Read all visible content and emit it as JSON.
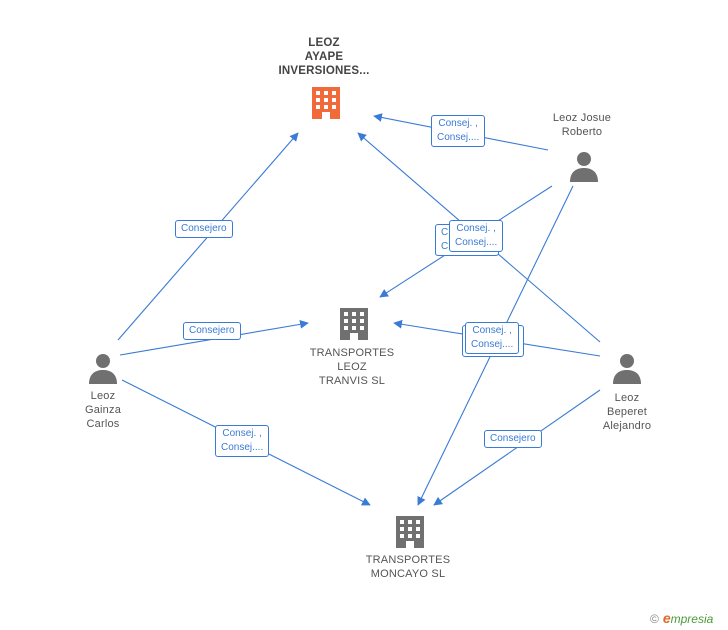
{
  "colors": {
    "edge": "#3a7bd5",
    "company_main": "#f26a3a",
    "company": "#707070",
    "person": "#707070"
  },
  "nodes": {
    "leoz_ayape": {
      "icon": "building-icon",
      "lines": [
        "LEOZ",
        "AYAPE",
        "INVERSIONES..."
      ]
    },
    "transportes_leoz": {
      "icon": "building-icon",
      "lines": [
        "TRANSPORTES",
        "LEOZ",
        "TRANVIS  SL"
      ]
    },
    "transportes_moncayo": {
      "icon": "building-icon",
      "lines": [
        "TRANSPORTES",
        "MONCAYO  SL"
      ]
    },
    "leoz_josue": {
      "icon": "person-icon",
      "lines": [
        "Leoz Josue",
        "Roberto"
      ]
    },
    "leoz_gainza": {
      "icon": "person-icon",
      "lines": [
        "Leoz",
        "Gainza",
        "Carlos"
      ]
    },
    "leoz_beperet": {
      "icon": "person-icon",
      "lines": [
        "Leoz",
        "Beperet",
        "Alejandro"
      ]
    }
  },
  "edge_labels": {
    "josue_ayape": [
      "Consej. ,",
      "Consej...."
    ],
    "gainza_ayape": [
      "Consejero"
    ],
    "gainza_tl": [
      "Consejero"
    ],
    "gainza_tm": [
      "Consej. ,",
      "Consej...."
    ],
    "beperet_ayape": [
      "C",
      "C"
    ],
    "josue_tl": [
      "Consej. ,",
      "Consej...."
    ],
    "beperet_tl_back": [
      "C",
      "C"
    ],
    "beperet_tl": [
      "Consej. ,",
      "Consej...."
    ],
    "beperet_tm": [
      "Consejero"
    ]
  },
  "brand": {
    "copyright": "©",
    "name_initial": "e",
    "name_rest": "mpresia"
  }
}
